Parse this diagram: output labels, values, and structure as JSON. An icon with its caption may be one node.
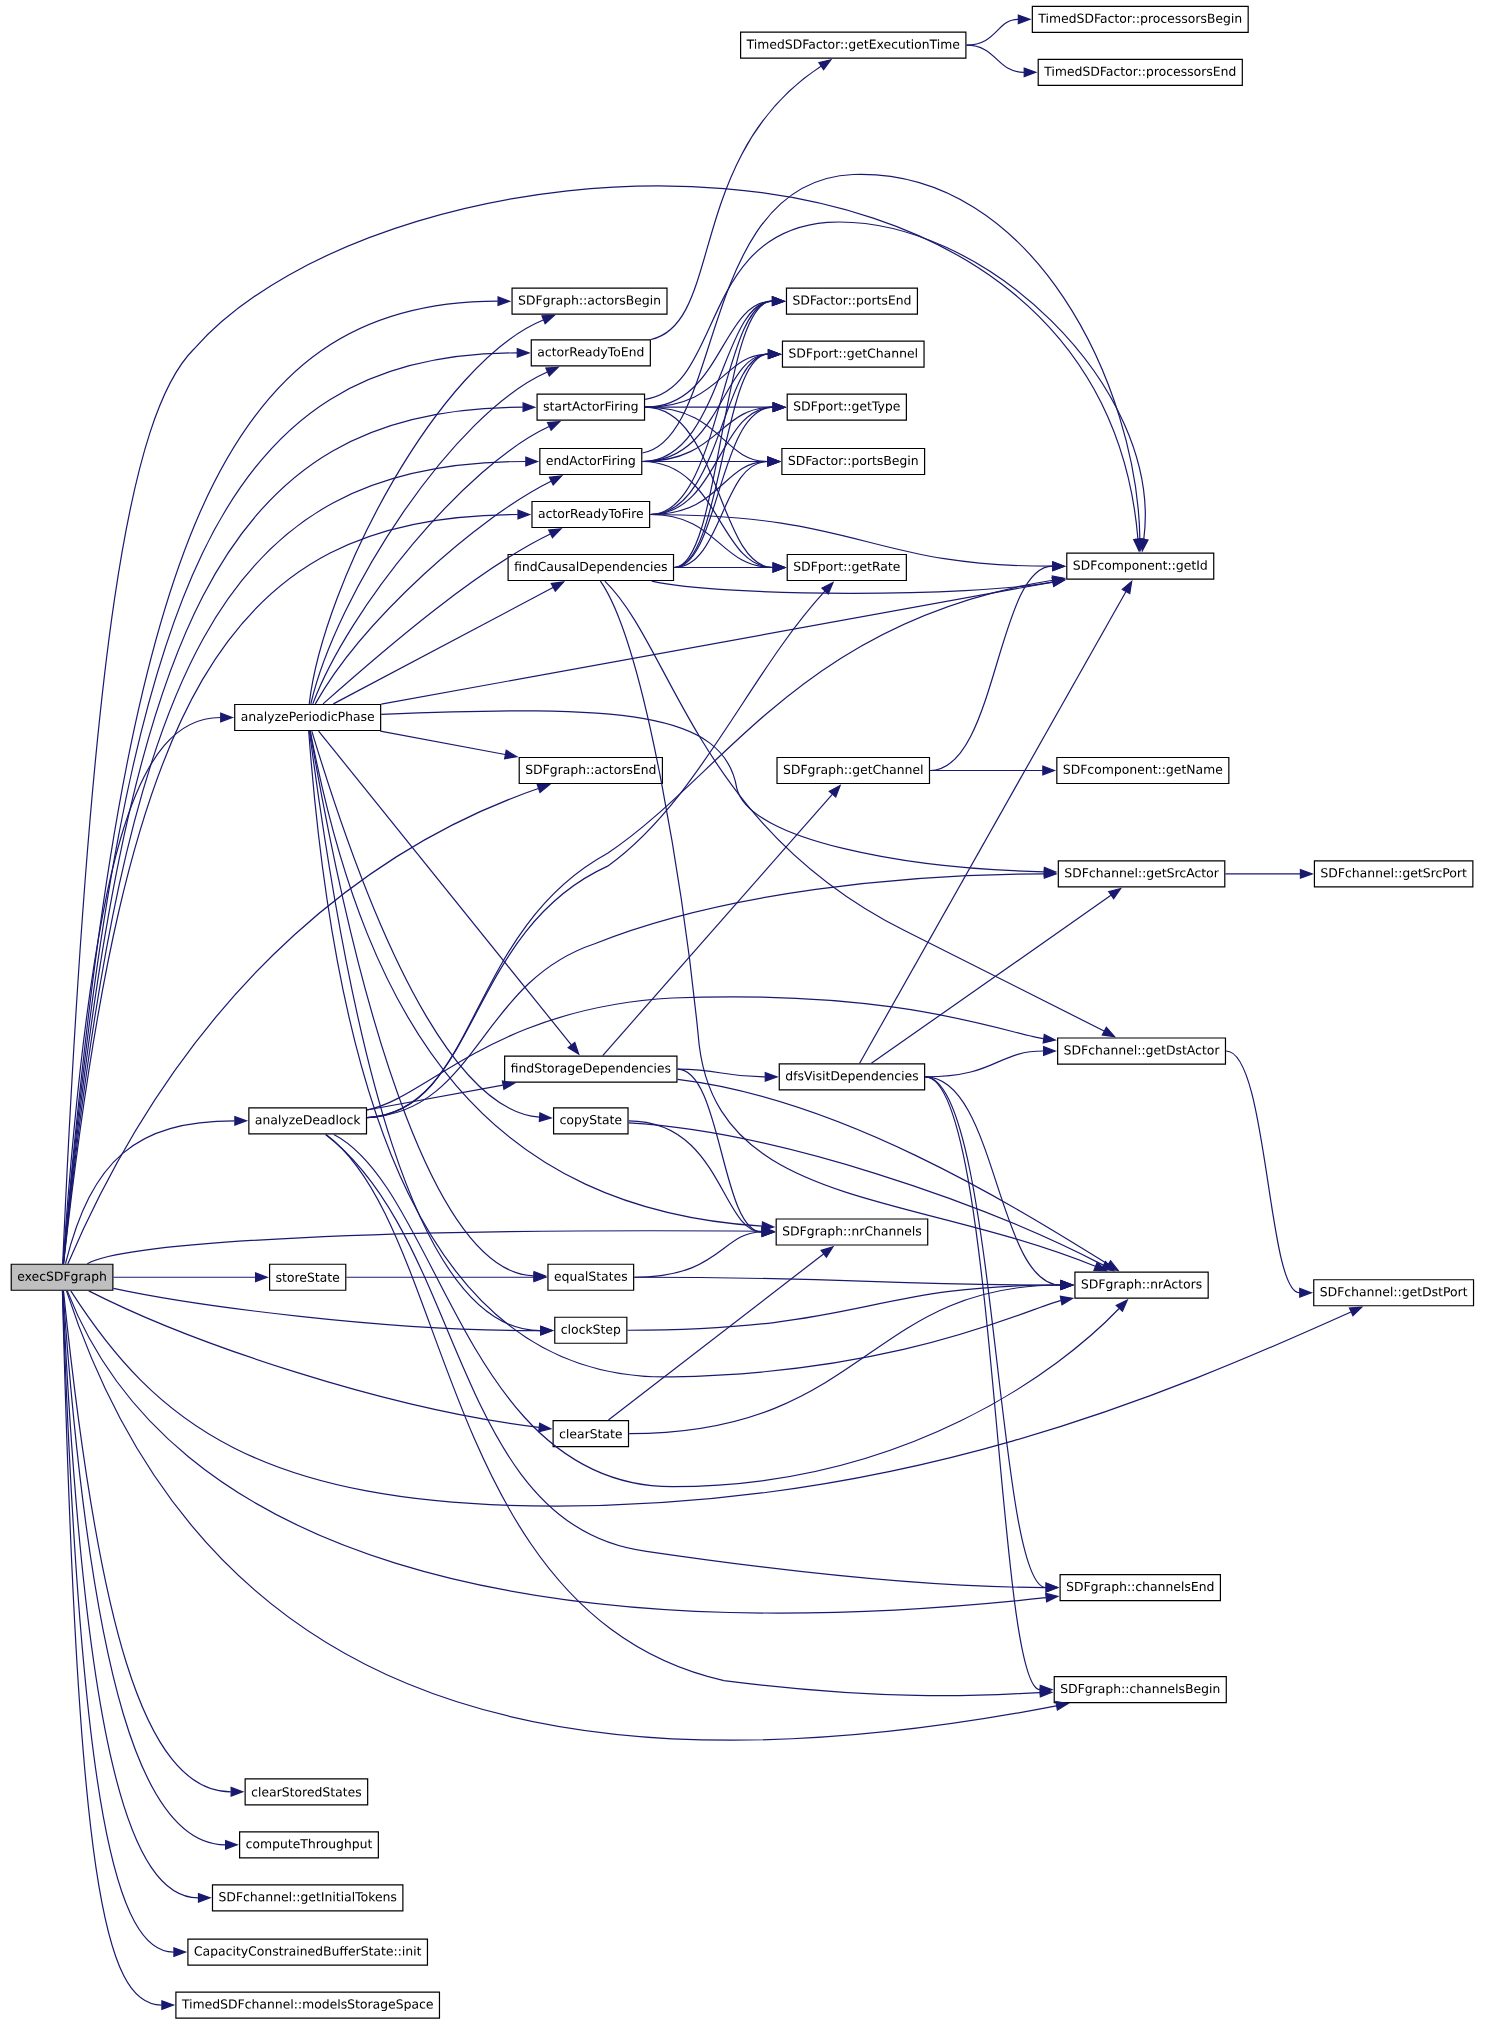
{
  "diagram": {
    "nodes": [
      {
        "text": [
          "execSDFgraph"
        ]
      },
      {
        "text": [
          "analyzePeriodicPhase"
        ]
      },
      {
        "text": [
          "analyzeDeadlock"
        ]
      },
      {
        "text": [
          "storeState"
        ]
      },
      {
        "text": [
          "clearStoredStates"
        ]
      },
      {
        "text": [
          "computeThroughput"
        ]
      },
      {
        "text": [
          "SDFchannel::getInitialTokens"
        ]
      },
      {
        "text": [
          "CapacityConstrainedBufferState::init"
        ]
      },
      {
        "text": [
          "TimedSDFchannel::modelsStorageSpace"
        ]
      },
      {
        "text": [
          "SDFgraph::actorsBegin"
        ]
      },
      {
        "text": [
          "actorReadyToEnd"
        ]
      },
      {
        "text": [
          "startActorFiring"
        ]
      },
      {
        "text": [
          "endActorFiring"
        ]
      },
      {
        "text": [
          "actorReadyToFire"
        ]
      },
      {
        "text": [
          "findCausalDependencies"
        ]
      },
      {
        "text": [
          "SDFgraph::actorsEnd"
        ]
      },
      {
        "text": [
          "findStorageDependencies"
        ]
      },
      {
        "text": [
          "copyState"
        ]
      },
      {
        "text": [
          "equalStates"
        ]
      },
      {
        "text": [
          "clockStep"
        ]
      },
      {
        "text": [
          "clearState"
        ]
      },
      {
        "text": [
          "TimedSDFactor::getExecutionTime"
        ]
      },
      {
        "text": [
          "SDFactor::portsEnd"
        ]
      },
      {
        "text": [
          "SDFport::getChannel"
        ]
      },
      {
        "text": [
          "SDFport::getType"
        ]
      },
      {
        "text": [
          "SDFactor::portsBegin"
        ]
      },
      {
        "text": [
          "SDFport::getRate"
        ]
      },
      {
        "text": [
          "SDFgraph::getChannel"
        ]
      },
      {
        "text": [
          "dfsVisitDependencies"
        ]
      },
      {
        "text": [
          "SDFgraph::nrChannels"
        ]
      },
      {
        "text": [
          "TimedSDFactor::processorsBegin"
        ]
      },
      {
        "text": [
          "TimedSDFactor::processorsEnd"
        ]
      },
      {
        "text": [
          "SDFcomponent::getId"
        ]
      },
      {
        "text": [
          "SDFcomponent::getName"
        ]
      },
      {
        "text": [
          "SDFchannel::getSrcActor"
        ]
      },
      {
        "text": [
          "SDFchannel::getDstActor"
        ]
      },
      {
        "text": [
          "SDFgraph::nrActors"
        ]
      },
      {
        "text": [
          "SDFgraph::channelsEnd"
        ]
      },
      {
        "text": [
          "SDFgraph::channelsBegin"
        ]
      },
      {
        "text": [
          "SDFchannel::getSrcPort"
        ]
      },
      {
        "text": [
          "SDFchannel::getDstPort"
        ]
      }
    ],
    "edges": [
      {
        "from": 0,
        "to": 32,
        "arrow": "to"
      },
      {
        "from": 0,
        "to": 9,
        "arrow": "to"
      },
      {
        "from": 0,
        "to": 10,
        "arrow": "to"
      },
      {
        "from": 0,
        "to": 11,
        "arrow": "to"
      },
      {
        "from": 0,
        "to": 12,
        "arrow": "to"
      },
      {
        "from": 0,
        "to": 13,
        "arrow": "to"
      },
      {
        "from": 0,
        "to": 1,
        "arrow": "to"
      },
      {
        "from": 0,
        "to": 15,
        "arrow": "to"
      },
      {
        "from": 0,
        "to": 2,
        "arrow": "to"
      },
      {
        "from": 0,
        "to": 29,
        "arrow": "to"
      },
      {
        "from": 0,
        "to": 3,
        "arrow": "to"
      },
      {
        "from": 0,
        "to": 19,
        "arrow": "to"
      },
      {
        "from": 0,
        "to": 20,
        "arrow": "to"
      },
      {
        "from": 0,
        "to": 40,
        "arrow": "to"
      },
      {
        "from": 0,
        "to": 37,
        "arrow": "to"
      },
      {
        "from": 0,
        "to": 38,
        "arrow": "to"
      },
      {
        "from": 0,
        "to": 4,
        "arrow": "to"
      },
      {
        "from": 0,
        "to": 5,
        "arrow": "to"
      },
      {
        "from": 0,
        "to": 6,
        "arrow": "to"
      },
      {
        "from": 0,
        "to": 7,
        "arrow": "to"
      },
      {
        "from": 0,
        "to": 8,
        "arrow": "to"
      },
      {
        "from": 1,
        "to": 9,
        "arrow": "to"
      },
      {
        "from": 1,
        "to": 10,
        "arrow": "to"
      },
      {
        "from": 1,
        "to": 11,
        "arrow": "to"
      },
      {
        "from": 1,
        "to": 12,
        "arrow": "to"
      },
      {
        "from": 1,
        "to": 13,
        "arrow": "to"
      },
      {
        "from": 1,
        "to": 14,
        "arrow": "to"
      },
      {
        "from": 1,
        "to": 32,
        "arrow": "to"
      },
      {
        "from": 1,
        "to": 15,
        "arrow": "to"
      },
      {
        "from": 1,
        "to": 34,
        "arrow": "to"
      },
      {
        "from": 1,
        "to": 16,
        "arrow": "to"
      },
      {
        "from": 1,
        "to": 17,
        "arrow": "to"
      },
      {
        "from": 1,
        "to": 18,
        "arrow": "to"
      },
      {
        "from": 1,
        "to": 19,
        "arrow": "to"
      },
      {
        "from": 1,
        "to": 29,
        "arrow": "to"
      },
      {
        "from": 1,
        "to": 36,
        "arrow": "to"
      },
      {
        "from": 2,
        "to": 16,
        "arrow": "to"
      },
      {
        "from": 2,
        "to": 26,
        "arrow": "to"
      },
      {
        "from": 2,
        "to": 32,
        "arrow": "to"
      },
      {
        "from": 2,
        "to": 34,
        "arrow": "to"
      },
      {
        "from": 2,
        "to": 35,
        "arrow": "to"
      },
      {
        "from": 2,
        "to": 36,
        "arrow": "to"
      },
      {
        "from": 2,
        "to": 37,
        "arrow": "to"
      },
      {
        "from": 2,
        "to": 38,
        "arrow": "to"
      },
      {
        "from": 3,
        "to": 18,
        "arrow": "to"
      },
      {
        "from": 10,
        "to": 21,
        "arrow": "to"
      },
      {
        "from": 11,
        "to": 22,
        "arrow": "to"
      },
      {
        "from": 11,
        "to": 23,
        "arrow": "to"
      },
      {
        "from": 11,
        "to": 24,
        "arrow": "to"
      },
      {
        "from": 11,
        "to": 25,
        "arrow": "to"
      },
      {
        "from": 11,
        "to": 26,
        "arrow": "to"
      },
      {
        "from": 11,
        "to": 32,
        "arrow": "to"
      },
      {
        "from": 12,
        "to": 22,
        "arrow": "to"
      },
      {
        "from": 12,
        "to": 23,
        "arrow": "to"
      },
      {
        "from": 12,
        "to": 24,
        "arrow": "to"
      },
      {
        "from": 12,
        "to": 25,
        "arrow": "to"
      },
      {
        "from": 12,
        "to": 26,
        "arrow": "to"
      },
      {
        "from": 12,
        "to": 32,
        "arrow": "to"
      },
      {
        "from": 13,
        "to": 22,
        "arrow": "to"
      },
      {
        "from": 13,
        "to": 23,
        "arrow": "to"
      },
      {
        "from": 13,
        "to": 24,
        "arrow": "to"
      },
      {
        "from": 13,
        "to": 25,
        "arrow": "to"
      },
      {
        "from": 13,
        "to": 26,
        "arrow": "to"
      },
      {
        "from": 13,
        "to": 32,
        "arrow": "to"
      },
      {
        "from": 14,
        "to": 22,
        "arrow": "to"
      },
      {
        "from": 14,
        "to": 23,
        "arrow": "to"
      },
      {
        "from": 14,
        "to": 24,
        "arrow": "to"
      },
      {
        "from": 14,
        "to": 25,
        "arrow": "to"
      },
      {
        "from": 14,
        "to": 26,
        "arrow": "to"
      },
      {
        "from": 14,
        "to": 32,
        "arrow": "to"
      },
      {
        "from": 14,
        "to": 35,
        "arrow": "to"
      },
      {
        "from": 14,
        "to": 36,
        "arrow": "to"
      },
      {
        "from": 16,
        "to": 27,
        "arrow": "to"
      },
      {
        "from": 16,
        "to": 28,
        "arrow": "to"
      },
      {
        "from": 16,
        "to": 29,
        "arrow": "to"
      },
      {
        "from": 16,
        "to": 36,
        "arrow": "to"
      },
      {
        "from": 17,
        "to": 29,
        "arrow": "to"
      },
      {
        "from": 17,
        "to": 36,
        "arrow": "to"
      },
      {
        "from": 18,
        "to": 29,
        "arrow": "to"
      },
      {
        "from": 18,
        "to": 36,
        "arrow": "to"
      },
      {
        "from": 19,
        "to": 36,
        "arrow": "to"
      },
      {
        "from": 20,
        "to": 29,
        "arrow": "to"
      },
      {
        "from": 20,
        "to": 36,
        "arrow": "to"
      },
      {
        "from": 21,
        "to": 30,
        "arrow": "to"
      },
      {
        "from": 21,
        "to": 31,
        "arrow": "to"
      },
      {
        "from": 27,
        "to": 32,
        "arrow": "to"
      },
      {
        "from": 27,
        "to": 33,
        "arrow": "to"
      },
      {
        "from": 28,
        "to": 32,
        "arrow": "to"
      },
      {
        "from": 28,
        "to": 34,
        "arrow": "to"
      },
      {
        "from": 28,
        "to": 35,
        "arrow": "to"
      },
      {
        "from": 28,
        "to": 36,
        "arrow": "to"
      },
      {
        "from": 28,
        "to": 37,
        "arrow": "to"
      },
      {
        "from": 28,
        "to": 38,
        "arrow": "to"
      },
      {
        "from": 34,
        "to": 39,
        "arrow": "to"
      },
      {
        "from": 35,
        "to": 40,
        "arrow": "to"
      }
    ]
  }
}
